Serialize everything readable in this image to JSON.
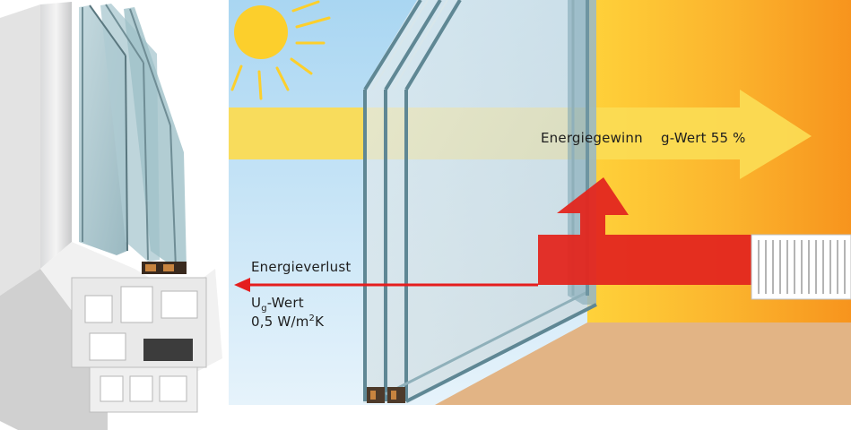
{
  "energy_gain": {
    "label": "Energiegewinn",
    "value_text": "g-Wert  55 %"
  },
  "energy_loss": {
    "label": "Energieverlust",
    "u_symbol": "U",
    "u_subscript": "g",
    "u_suffix": "-Wert",
    "u_value_number": "0,5 W/m",
    "u_value_exponent": "2",
    "u_value_unit": "K"
  },
  "colors": {
    "sky_top": "#a9d6f2",
    "sky_bottom": "#e6f3fb",
    "warm_inner": "#ffd23a",
    "warm_outer": "#f7941d",
    "floor": "#e2b485",
    "gain_arrow": "#fbdb53",
    "loss_arrow": "#e51e1e",
    "heat_arrow": "#e3261f",
    "sun": "#fccf2c"
  }
}
